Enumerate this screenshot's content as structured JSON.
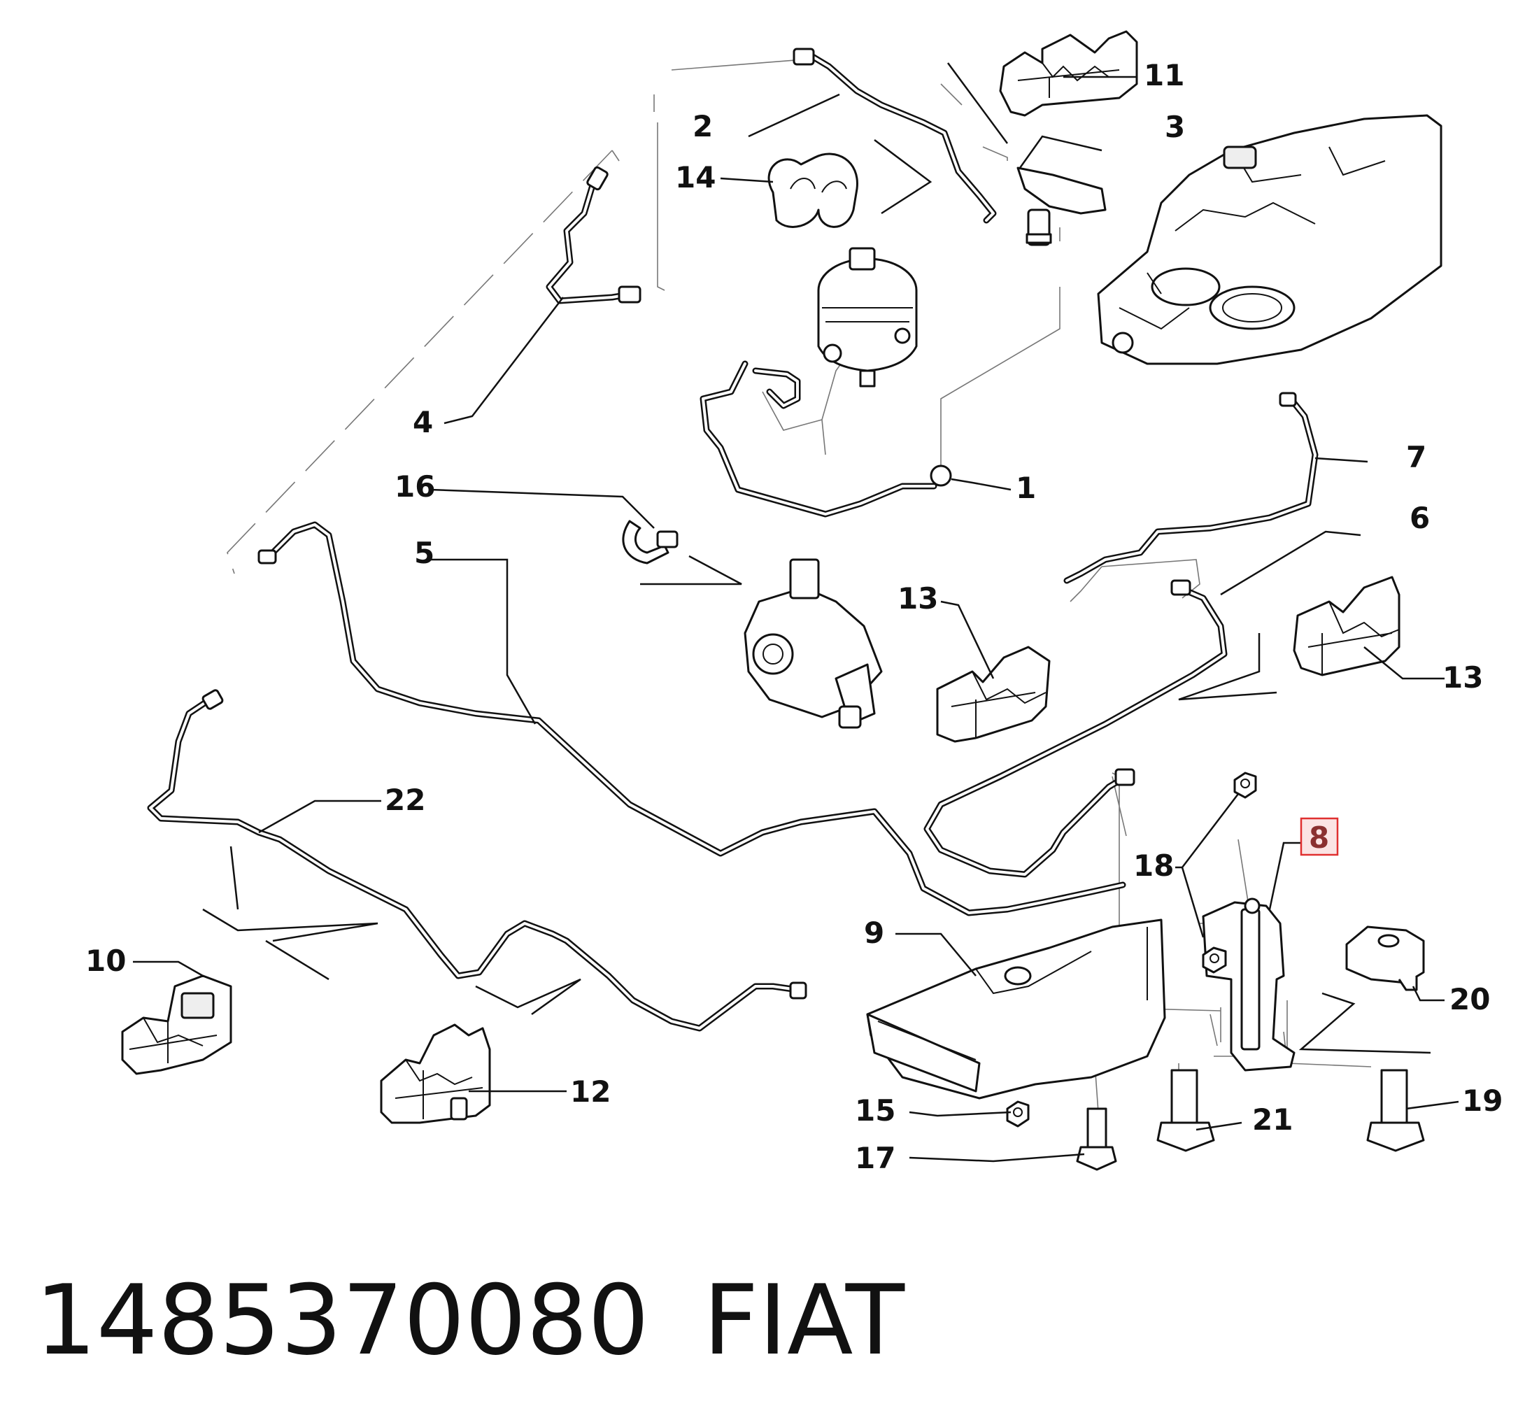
{
  "labels": {
    "l1": "1",
    "l2": "2",
    "l3": "3",
    "l4": "4",
    "l5": "5",
    "l6": "6",
    "l7": "7",
    "l8": "8",
    "l9": "9",
    "l10": "10",
    "l11": "11",
    "l12": "12",
    "l13a": "13",
    "l13b": "13",
    "l14": "14",
    "l15": "15",
    "l16": "16",
    "l17": "17",
    "l18": "18",
    "l19": "19",
    "l20": "20",
    "l21": "21",
    "l22": "22"
  },
  "highlight": {
    "label": "8",
    "box_color": "#e03030",
    "box_fill": "#fbe4e4"
  },
  "footer": {
    "part_number": "1485370080",
    "brand": "FIAT"
  }
}
